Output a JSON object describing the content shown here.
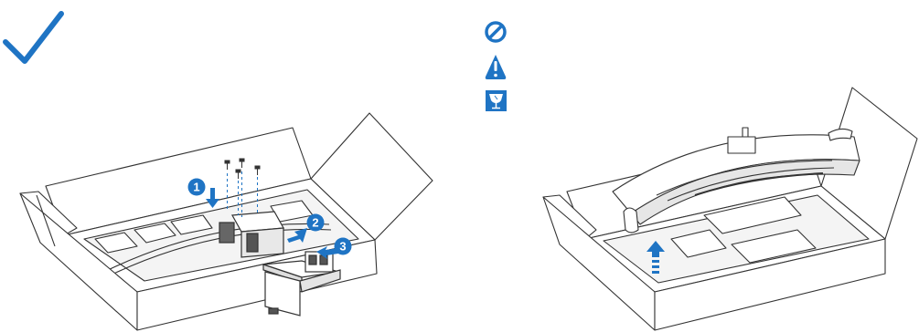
{
  "diagram": {
    "colors": {
      "accent": "#1f74c4",
      "line": "#333333",
      "fill": "#ffffff"
    },
    "icons": {
      "check": "checkmark-icon",
      "prohibited": "prohibited-icon",
      "warning": "warning-icon",
      "fragile": "fragile-icon"
    },
    "steps": [
      {
        "number": "1"
      },
      {
        "number": "2"
      },
      {
        "number": "3"
      }
    ]
  }
}
